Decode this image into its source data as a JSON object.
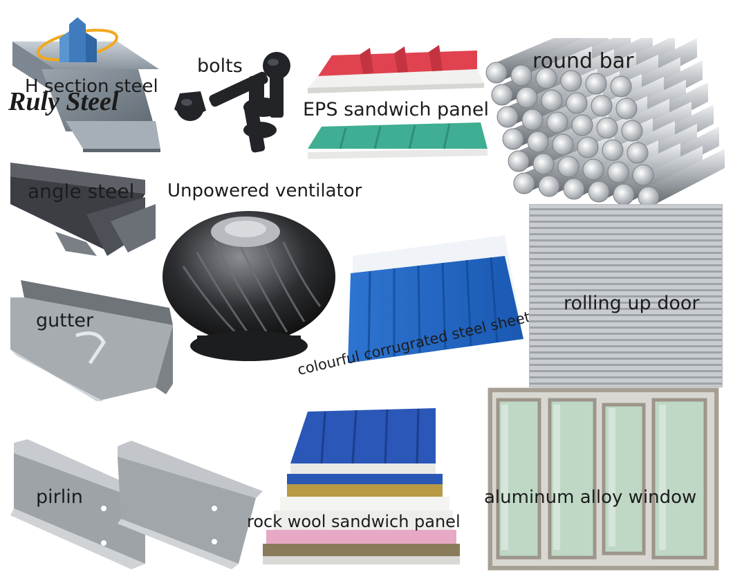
{
  "logo": {
    "brand_name": "Ruly Steel"
  },
  "products": {
    "h_section_steel": "H section steel",
    "bolts": "bolts",
    "eps_sandwich_panel": "EPS sandwich panel",
    "round_bar": "round bar",
    "angle_steel": "angle steel",
    "unpowered_ventilator": "Unpowered ventilator",
    "gutter": "gutter",
    "colourful_corrugated_steel_sheet": "colourful corrugrated steel sheet",
    "rolling_up_door": "rolling up door",
    "pirlin": "pirlin",
    "rock_wool_sandwich_panel": "rock wool sandwich panel",
    "aluminum_alloy_window": "aluminum alloy window"
  },
  "colors": {
    "eps_top_panel": "#e0434f",
    "eps_bottom_panel": "#3fae92",
    "corrugated_sheet": "#1f66c4",
    "rock_wool_top": "#2a57b8",
    "logo_accent": "#f2a81d",
    "logo_blue": "#3f7bbd"
  }
}
